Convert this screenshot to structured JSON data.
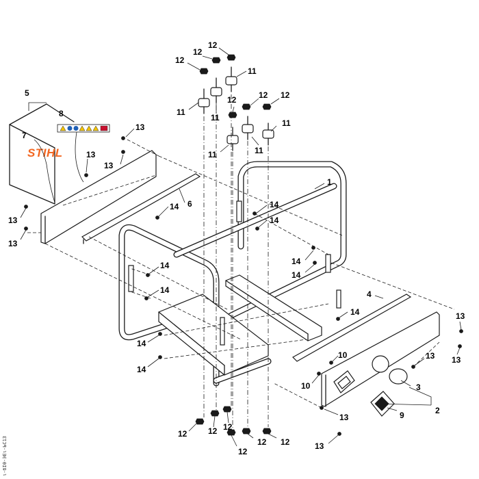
{
  "figure": {
    "side_code": "ι-бIθ-ЭΕι-ЬС13",
    "logo_text": "STIHL",
    "warning_icons": [
      "warning-triangle",
      "info-book",
      "noise",
      "warning-triangle",
      "fire",
      "warning-triangle",
      "flag"
    ],
    "colors": {
      "line": "#1a1a1a",
      "logo": "#f26722",
      "background": "#ffffff"
    }
  },
  "callouts": {
    "c1": "1",
    "c2": "2",
    "c3": "3",
    "c4": "4",
    "c5": "5",
    "c6": "6",
    "c7": "7",
    "c8": "8",
    "c9": "9",
    "c10": "10",
    "c11": "11",
    "c12": "12",
    "c13": "13",
    "c14": "14"
  }
}
